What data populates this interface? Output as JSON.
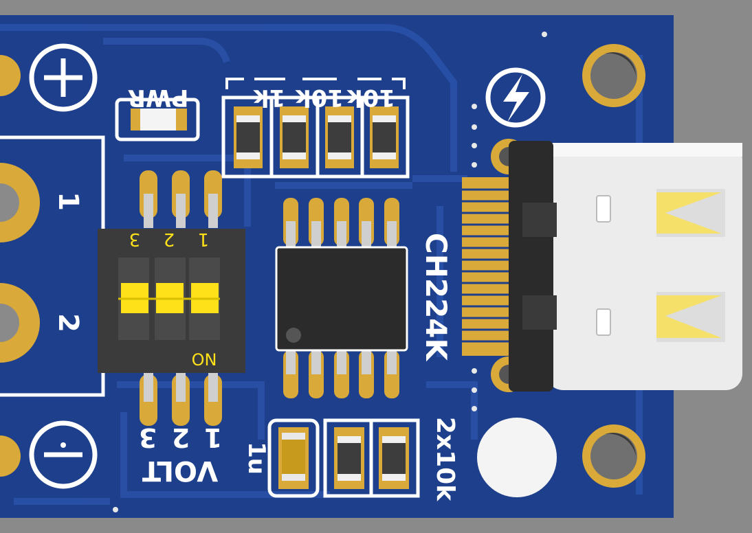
{
  "colors": {
    "background": "#888888",
    "board": "#1d3f8c",
    "trace": "#234a9e",
    "pad_gold": "#d9a93a",
    "silkscreen": "#ffffff",
    "chip": "#2b2b2b",
    "switch_body": "#3b3b3b",
    "switch_knob": "#ffe11a",
    "connector": "#ececec"
  },
  "labels": {
    "power_led": "PWR",
    "resistor_1k": "1k",
    "resistor_10k_a": "10k",
    "resistor_10k_b": "10k",
    "terminal_1": "1",
    "terminal_2": "2",
    "dip_num_3": "3",
    "dip_num_2": "2",
    "dip_num_1": "1",
    "dip_on": "ON",
    "chip_name": "CH224K",
    "volt_num_3": "3",
    "volt_num_2": "2",
    "volt_num_1": "1",
    "volt": "VOLT",
    "capacitor": "1u",
    "resistor_pair": "2x10k"
  },
  "icons": {
    "plus": "plus-circle-icon",
    "minus": "minus-circle-icon",
    "lightning": "lightning-bolt-icon"
  }
}
